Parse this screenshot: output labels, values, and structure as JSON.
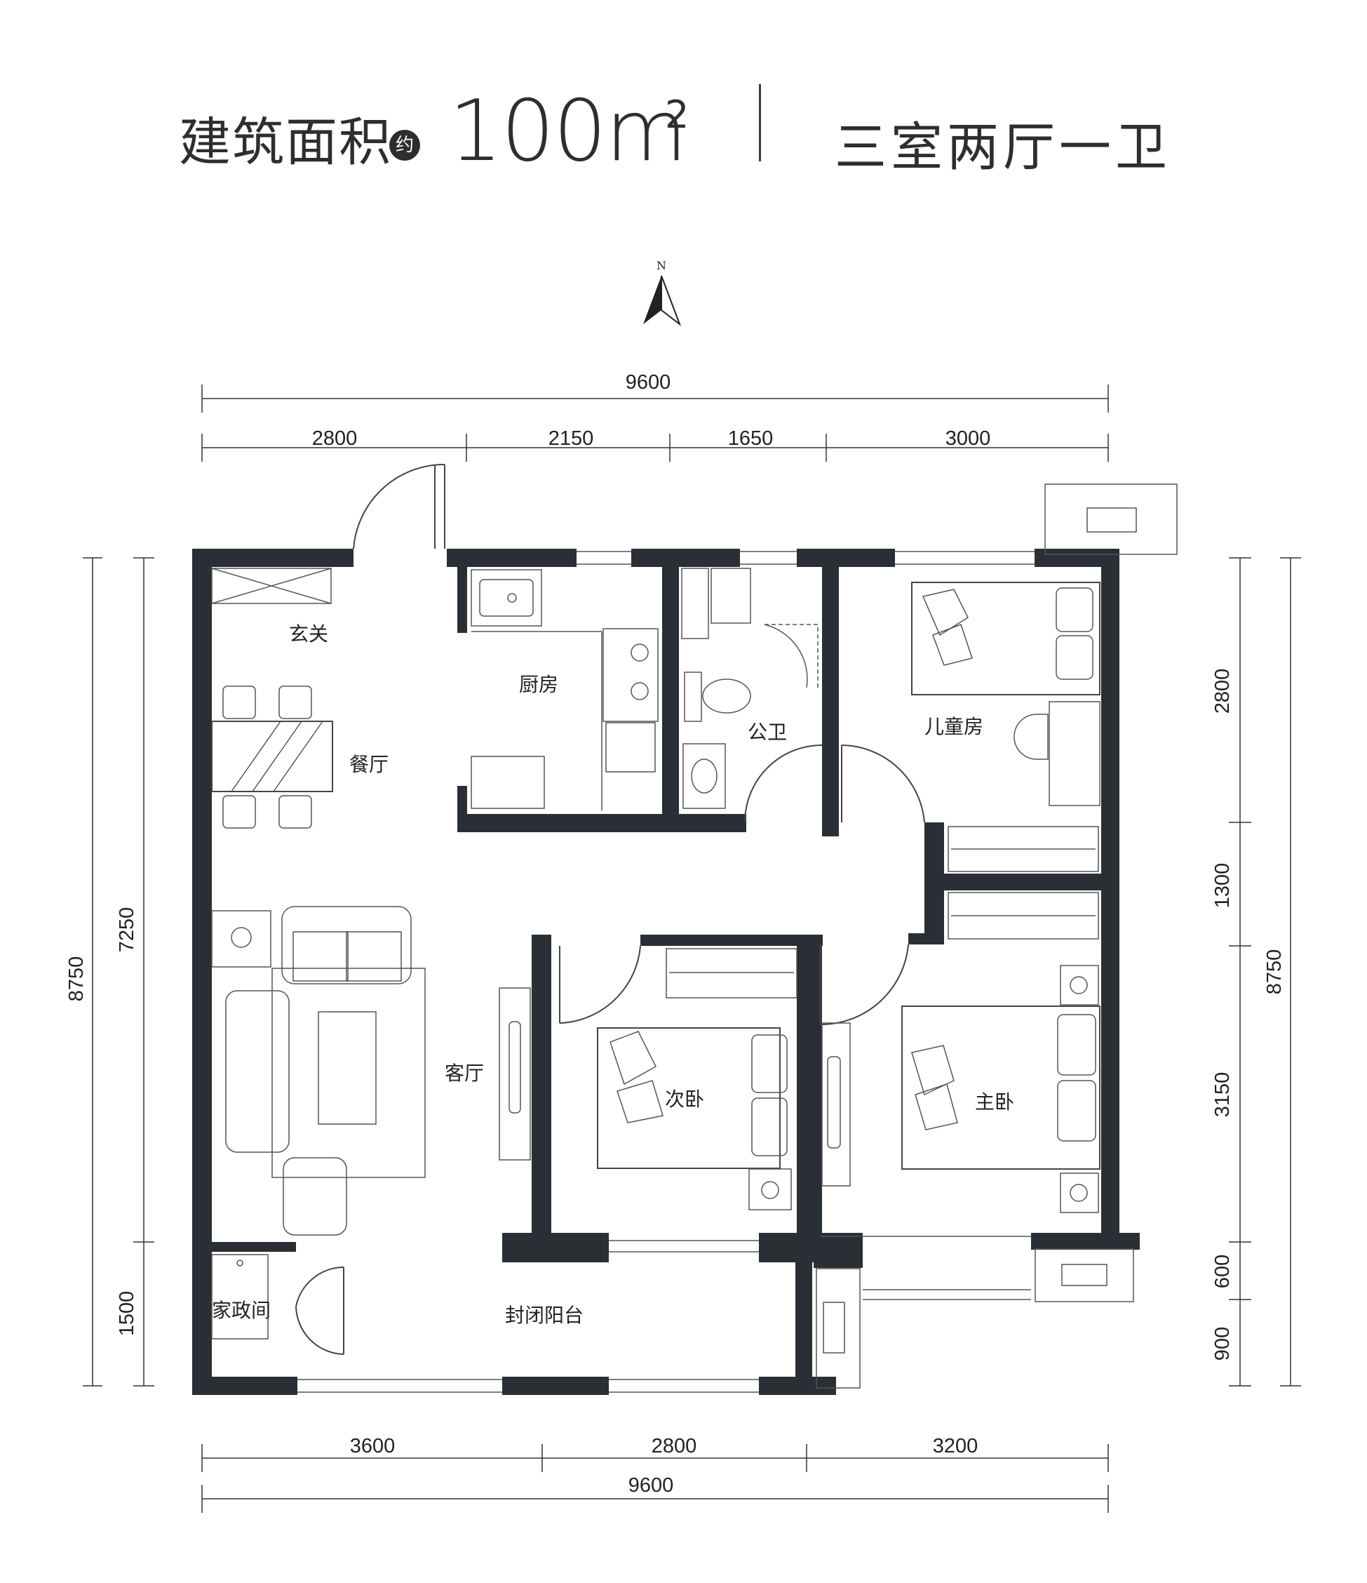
{
  "header": {
    "area_label": "建筑面积",
    "approx_badge": "约",
    "area_value": "100m",
    "area_unit_sup": "2",
    "layout_label": "三室两厅一卫"
  },
  "compass": {
    "north_label": "N"
  },
  "rooms": {
    "entrance": "玄关",
    "kitchen": "厨房",
    "bathroom": "公卫",
    "kids_room": "儿童房",
    "dining": "餐厅",
    "living": "客厅",
    "second_bedroom": "次卧",
    "master_bedroom": "主卧",
    "utility": "家政间",
    "balcony": "封闭阳台"
  },
  "dimensions": {
    "top_total": "9600",
    "top_segments": [
      "2800",
      "2150",
      "1650",
      "3000"
    ],
    "bottom_segments": [
      "3600",
      "2800",
      "3200"
    ],
    "bottom_total": "9600",
    "left_outer": "8750",
    "left_inner": "7250",
    "left_lower": "1500",
    "right_segments": [
      "2800",
      "1300",
      "3150",
      "600",
      "900"
    ],
    "right_outer": "8750"
  },
  "colors": {
    "wall": "#2a2f35",
    "text": "#2e2e2e"
  }
}
